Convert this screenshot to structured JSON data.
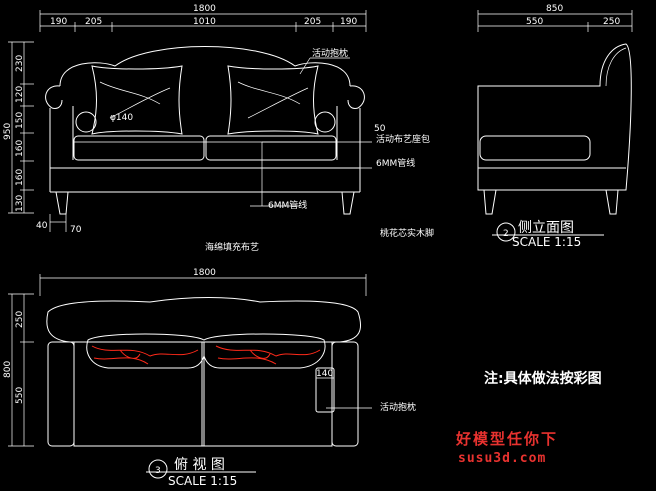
{
  "front_view": {
    "dims_top": [
      "1800",
      "190",
      "205",
      "1010",
      "205",
      "190"
    ],
    "dims_left": [
      "950",
      "230",
      "120",
      "150",
      "160",
      "160",
      "130"
    ],
    "dims_bottom": [
      "40",
      "70"
    ],
    "labels": {
      "pillow": "活动抱枕",
      "seat_cushion": "活动布艺座包",
      "pipe1": "6MM管线",
      "pipe2": "6MM管线",
      "bolster_dia": "φ140",
      "offset": "50",
      "fill_fabric": "海绵填充布艺",
      "legs": "桃花芯实木脚"
    }
  },
  "side_view": {
    "dims_top": [
      "850",
      "550",
      "250"
    ],
    "view_number": "2",
    "title": "侧立面图",
    "scale": "SCALE 1:15"
  },
  "top_view": {
    "dims_top": [
      "1800"
    ],
    "dims_left": [
      "800",
      "250",
      "550"
    ],
    "dim_inner": "140",
    "pillow_label": "活动抱枕",
    "view_number": "3",
    "title": "俯  视  图",
    "scale": "SCALE 1:15"
  },
  "note": "注:具体做法按彩图",
  "watermark": {
    "line1": "好模型任你下",
    "line2": "susu3d.com"
  },
  "colors": {
    "background": "#000000",
    "line": "#ffffff",
    "accent": "#ff2a1a",
    "watermark": "#e8322f"
  }
}
